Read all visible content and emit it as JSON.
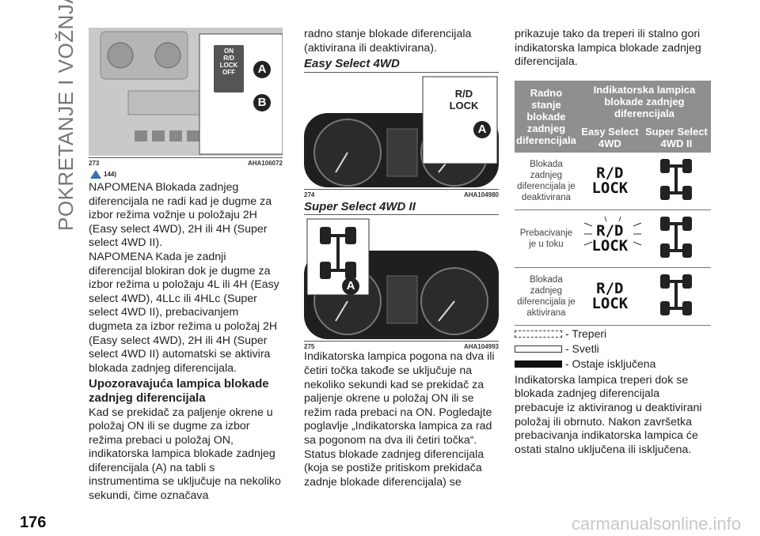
{
  "side_title": "POKRETANJE I VOŽNJA",
  "page_number": "176",
  "watermark": "carmanualsonline.info",
  "col1": {
    "figure": {
      "label": "273",
      "code": "AHA106072",
      "switch_lines": [
        "ON",
        "R/D",
        "LOCK",
        "OFF"
      ],
      "marker_a": "A",
      "marker_b": "B"
    },
    "warning_ref": "144)",
    "p1": "NAPOMENA Blokada zadnjeg diferencijala ne radi kad je dugme za izbor režima vožnje u položaju 2H (Easy select 4WD), 2H ili 4H (Super select 4WD II).",
    "p2": "NAPOMENA Kada je zadnji diferencijal blokiran dok je dugme za izbor režima u položaju 4L ili 4H (Easy select 4WD), 4LLc ili 4HLc (Super select 4WD II), prebacivanjem dugmeta za izbor režima u položaj 2H (Easy select 4WD), 2H ili 4H (Super select 4WD II) automatski se aktivira blokada zadnjeg diferencijala.",
    "heading": "Upozoravajuća lampica blokade zadnjeg diferencijala",
    "p3": "Kad se prekidač za paljenje okrene u položaj ON ili se dugme za izbor režima prebaci u položaj ON, indikatorska lampica blokade zadnjeg diferencijala (A) na tabli s instrumentima se uključuje na nekoliko sekundi, čime označava"
  },
  "col2": {
    "p1": "radno stanje blokade diferencijala (aktivirana ili deaktivirana).",
    "heading1": "Easy Select 4WD",
    "figure1": {
      "label": "274",
      "code": "AHA104980",
      "inset_text": [
        "R/D",
        "LOCK"
      ],
      "marker": "A"
    },
    "heading2": "Super Select 4WD II",
    "figure2": {
      "label": "275",
      "code": "AHA104993",
      "marker": "A"
    },
    "p2": "Indikatorska lampica pogona na dva ili četiri točka takođe se uključuje na nekoliko sekundi kad se prekidač za paljenje okrene u položaj ON ili se režim rada prebaci na ON. Pogledajte poglavlje „Indikatorska lampica za rad sa pogonom na dva ili četiri točka“. Status blokade zadnjeg diferencijala (koja se postiže pritiskom prekidača zadnje blokade diferencijala) se"
  },
  "col3": {
    "p1": "prikazuje tako da treperi ili stalno gori indikatorska lampica blokade zadnjeg diferencijala.",
    "table": {
      "h_state": "Radno stanje blokade zadnjeg diferencijala",
      "h_lamp": "Indikatorska lampica blokade zadnjeg diferencijala",
      "h_easy": "Easy Select 4WD",
      "h_super": "Super Select 4WD II",
      "rows": [
        {
          "state": "Blokada zadnjeg diferencijala je deaktivirana",
          "lamp": [
            "R/D",
            "LOCK"
          ]
        },
        {
          "state": "Prebacivanje je u toku",
          "lamp": [
            "R/D",
            "LOCK"
          ]
        },
        {
          "state": "Blokada zadnjeg diferencijala je aktivirana",
          "lamp": [
            "R/D",
            "LOCK"
          ]
        }
      ]
    },
    "legend": [
      "- Treperi",
      "- Svetli",
      "- Ostaje isključena"
    ],
    "p2": "Indikatorska lampica treperi dok se blokada zadnjeg diferencijala prebacuje iz aktiviranog u deaktivirani položaj ili obrnuto. Nakon završetka prebacivanja indikatorska lampica će ostati stalno uključena ili isključena."
  }
}
